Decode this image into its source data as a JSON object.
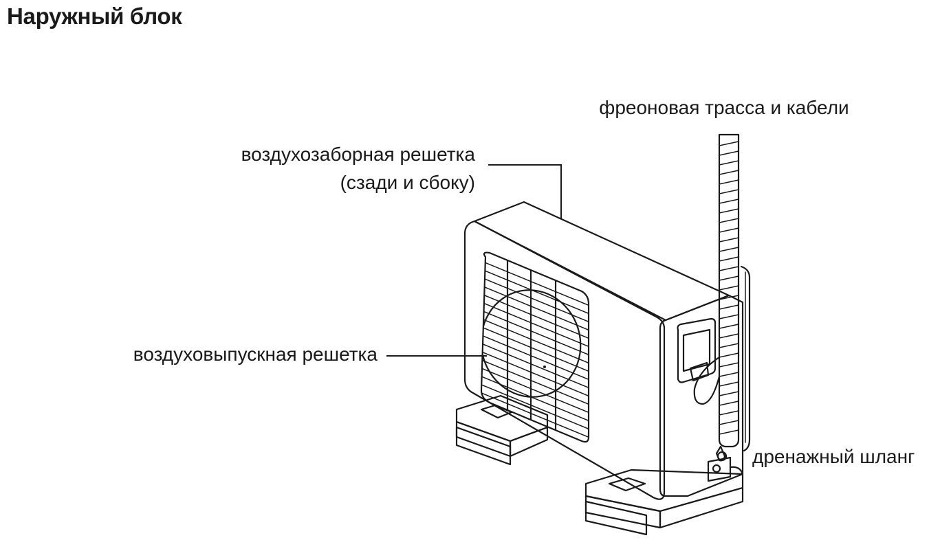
{
  "page": {
    "title": "Наружный блок"
  },
  "callouts": {
    "intake_grille_line1": "воздухозаборная решетка",
    "intake_grille_line2": "(сзади и сбоку)",
    "outlet_grille": "воздуховыпускная решетка",
    "refrigerant_line": "фреоновая трасса и кабели",
    "drain_hose": "дренажный шланг"
  }
}
